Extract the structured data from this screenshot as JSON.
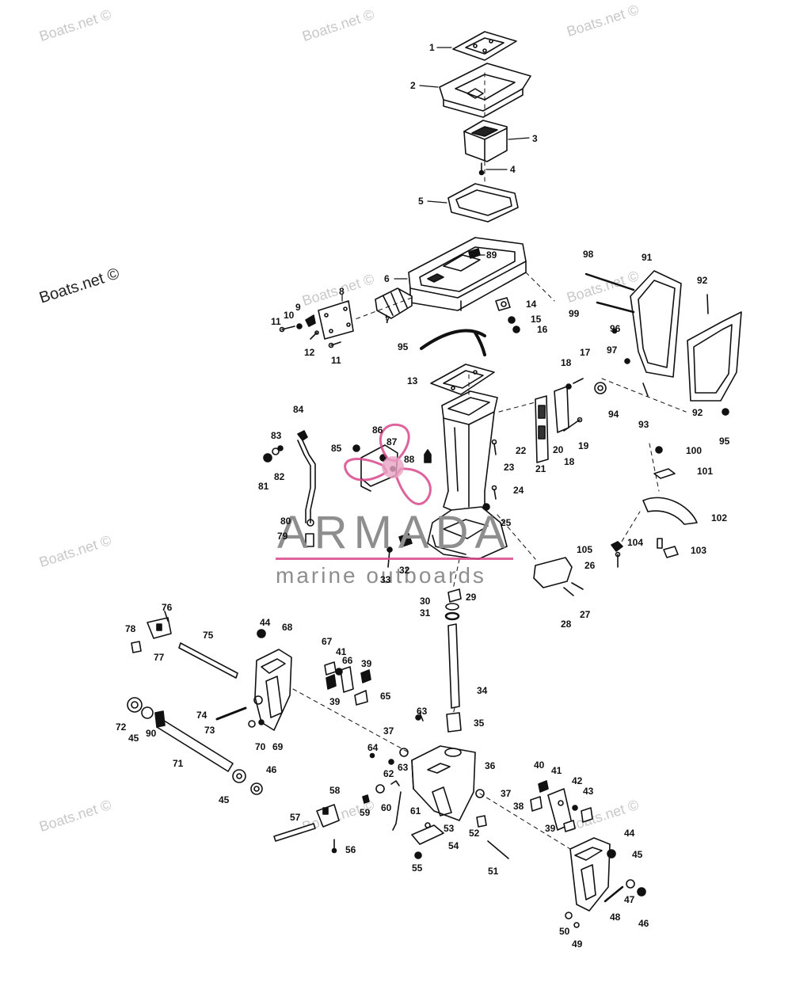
{
  "watermarks": {
    "light": "Boats.net ©",
    "dark": "Boats.net ©"
  },
  "brand": {
    "title": "ARMADA",
    "subtitle": "marine outboards",
    "accent_color": "#d9488c",
    "text_color": "#8e8e8e"
  },
  "part_numbers": [
    "1",
    "2",
    "3",
    "4",
    "5",
    "6",
    "7",
    "8",
    "9",
    "10",
    "11",
    "11",
    "12",
    "13",
    "14",
    "15",
    "16",
    "17",
    "18",
    "18",
    "19",
    "20",
    "21",
    "22",
    "23",
    "24",
    "25",
    "26",
    "27",
    "28",
    "29",
    "30",
    "31",
    "32",
    "33",
    "34",
    "35",
    "36",
    "37",
    "37",
    "38",
    "39",
    "39",
    "39",
    "40",
    "41",
    "41",
    "42",
    "43",
    "44",
    "44",
    "45",
    "45",
    "45",
    "46",
    "46",
    "47",
    "48",
    "49",
    "50",
    "51",
    "52",
    "53",
    "54",
    "55",
    "56",
    "57",
    "58",
    "59",
    "60",
    "61",
    "62",
    "63",
    "63",
    "64",
    "65",
    "66",
    "67",
    "68",
    "69",
    "70",
    "71",
    "72",
    "73",
    "74",
    "75",
    "76",
    "77",
    "78",
    "79",
    "80",
    "81",
    "82",
    "83",
    "84",
    "85",
    "86",
    "87",
    "88",
    "89",
    "90",
    "91",
    "92",
    "92",
    "93",
    "94",
    "95",
    "95",
    "96",
    "97",
    "98",
    "99",
    "100",
    "101",
    "102",
    "103",
    "104",
    "105"
  ],
  "colors": {
    "line": "#111111",
    "watermark": "#c8c8c8"
  }
}
